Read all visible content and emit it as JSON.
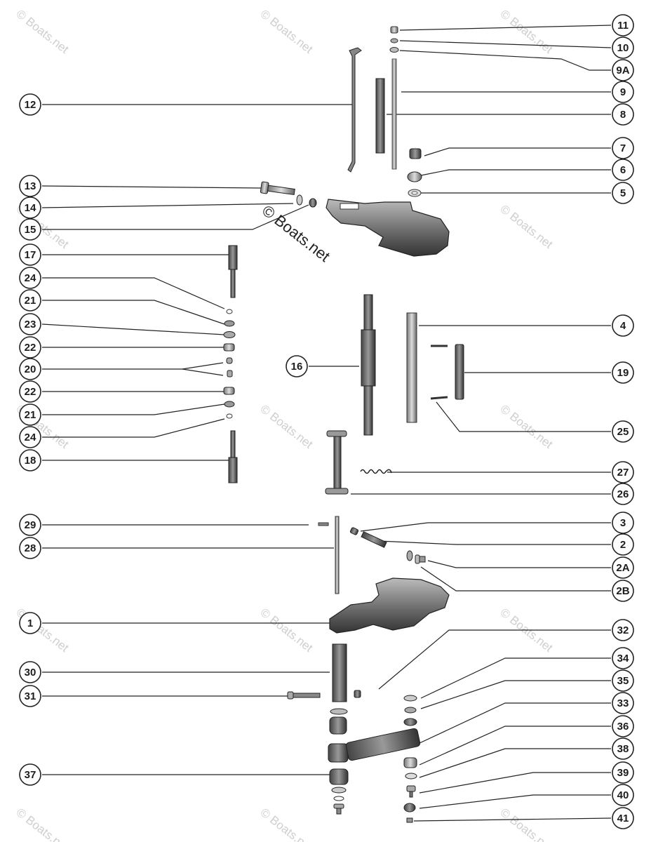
{
  "watermark": {
    "text": "© Boats.net",
    "center_text": "© Boats.net"
  },
  "callouts": [
    {
      "id": "c11",
      "label": "11"
    },
    {
      "id": "c10",
      "label": "10"
    },
    {
      "id": "c9a",
      "label": "9A"
    },
    {
      "id": "c9",
      "label": "9"
    },
    {
      "id": "c12",
      "label": "12"
    },
    {
      "id": "c8",
      "label": "8"
    },
    {
      "id": "c7",
      "label": "7"
    },
    {
      "id": "c6",
      "label": "6"
    },
    {
      "id": "c13",
      "label": "13"
    },
    {
      "id": "c5",
      "label": "5"
    },
    {
      "id": "c14",
      "label": "14"
    },
    {
      "id": "c15",
      "label": "15"
    },
    {
      "id": "c17",
      "label": "17"
    },
    {
      "id": "c24a",
      "label": "24"
    },
    {
      "id": "c21a",
      "label": "21"
    },
    {
      "id": "c23",
      "label": "23"
    },
    {
      "id": "c4",
      "label": "4"
    },
    {
      "id": "c22a",
      "label": "22"
    },
    {
      "id": "c16",
      "label": "16"
    },
    {
      "id": "c20",
      "label": "20"
    },
    {
      "id": "c19",
      "label": "19"
    },
    {
      "id": "c22b",
      "label": "22"
    },
    {
      "id": "c21b",
      "label": "21"
    },
    {
      "id": "c25",
      "label": "25"
    },
    {
      "id": "c24b",
      "label": "24"
    },
    {
      "id": "c18",
      "label": "18"
    },
    {
      "id": "c27",
      "label": "27"
    },
    {
      "id": "c26",
      "label": "26"
    },
    {
      "id": "c29",
      "label": "29"
    },
    {
      "id": "c3",
      "label": "3"
    },
    {
      "id": "c28",
      "label": "28"
    },
    {
      "id": "c2",
      "label": "2"
    },
    {
      "id": "c2a",
      "label": "2A"
    },
    {
      "id": "c2b",
      "label": "2B"
    },
    {
      "id": "c1",
      "label": "1"
    },
    {
      "id": "c32",
      "label": "32"
    },
    {
      "id": "c34",
      "label": "34"
    },
    {
      "id": "c30",
      "label": "30"
    },
    {
      "id": "c35",
      "label": "35"
    },
    {
      "id": "c31",
      "label": "31"
    },
    {
      "id": "c33",
      "label": "33"
    },
    {
      "id": "c36",
      "label": "36"
    },
    {
      "id": "c38",
      "label": "38"
    },
    {
      "id": "c37",
      "label": "37"
    },
    {
      "id": "c39",
      "label": "39"
    },
    {
      "id": "c40",
      "label": "40"
    },
    {
      "id": "c41",
      "label": "41"
    }
  ]
}
